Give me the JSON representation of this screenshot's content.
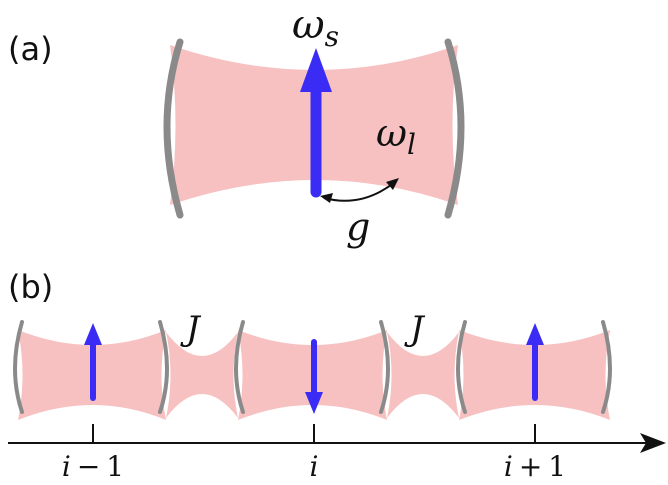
{
  "panel_a": {
    "label": "(a)",
    "omega_s": {
      "base": "ω",
      "sub": "s"
    },
    "omega_l": {
      "base": "ω",
      "sub": "l"
    },
    "coupling": "g",
    "spin_direction": "up"
  },
  "panel_b": {
    "label": "(b)",
    "hopping_labels": [
      "J",
      "J"
    ],
    "sites": [
      {
        "id": "i-1",
        "label_var": "i",
        "label_op": "−",
        "label_num": "1",
        "spin": "up"
      },
      {
        "id": "i",
        "label_var": "i",
        "label_op": "",
        "label_num": "",
        "spin": "down"
      },
      {
        "id": "i+1",
        "label_var": "i",
        "label_op": "+",
        "label_num": "1",
        "spin": "up"
      }
    ]
  },
  "colors": {
    "beam": "#f7c1c1",
    "mirror": "#8a8a8a",
    "spin": "#3a2cf5",
    "axis": "#111111"
  }
}
